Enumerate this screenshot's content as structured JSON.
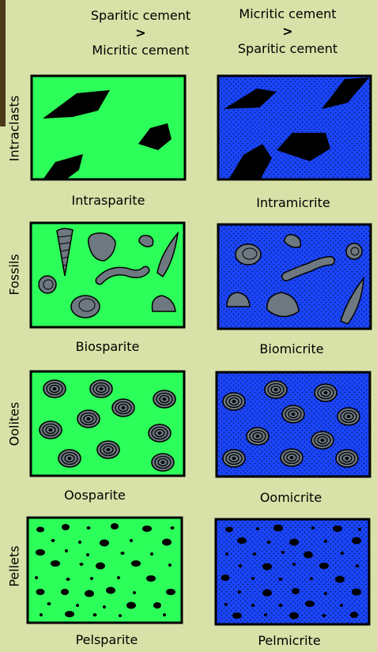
{
  "headers": {
    "left": {
      "line1": "Sparitic cement",
      "line2": ">",
      "line3": "Micritic cement"
    },
    "right": {
      "line1": "Micritic cement",
      "line2": ">",
      "line3": "Sparitic cement"
    }
  },
  "rows": [
    {
      "label": "Intraclasts",
      "left_caption": "Intrasparite",
      "right_caption": "Intramicrite"
    },
    {
      "label": "Fossils",
      "left_caption": "Biosparite",
      "right_caption": "Biomicrite"
    },
    {
      "label": "Oolites",
      "left_caption": "Oosparite",
      "right_caption": "Oomicrite"
    },
    {
      "label": "Pellets",
      "left_caption": "Pelsparite",
      "right_caption": "Pelmicrite"
    }
  ],
  "colors": {
    "background": "#d8e1a7",
    "spar_fill": "#2dff5a",
    "micrite_fill": "#1a46ff",
    "grain_fill": "#6e7880",
    "clast_fill": "#000000"
  }
}
